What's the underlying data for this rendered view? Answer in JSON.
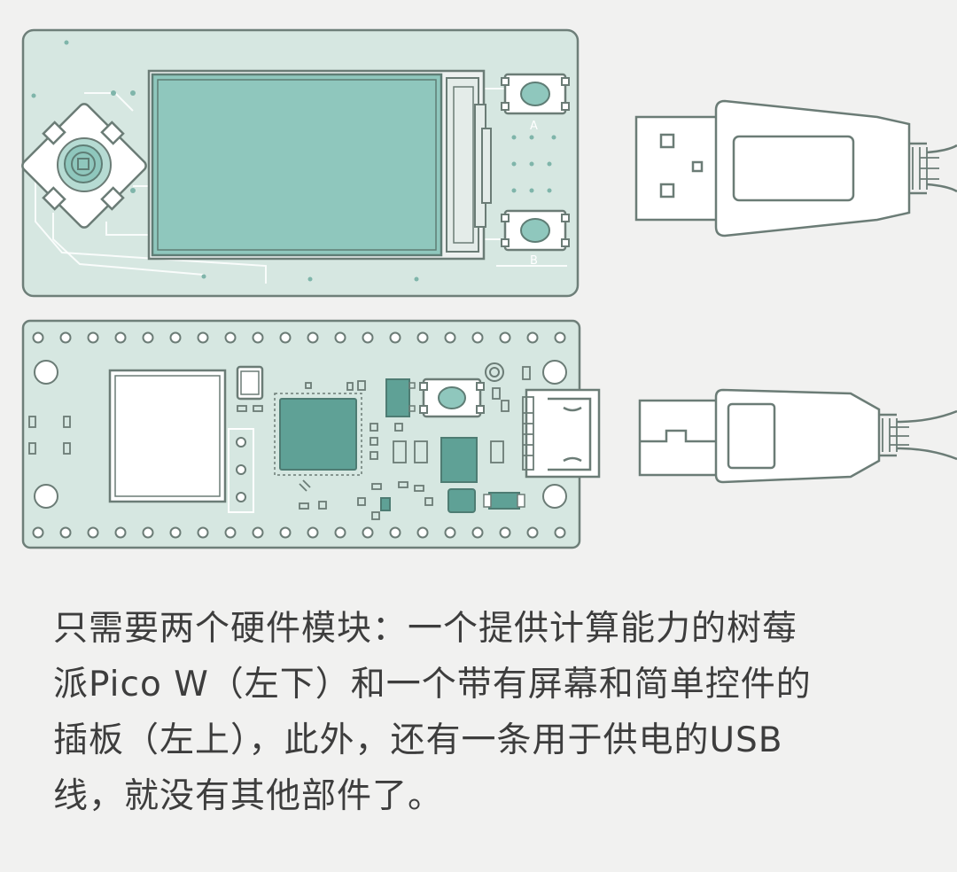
{
  "caption": {
    "lines": [
      "只需要两个硬件模块：一个提供计算能力的树莓",
      "派Pico W（左下）和一个带有屏幕和简单控件的",
      "插板（左上），此外，还有一条用于供电的USB",
      "线，就没有其他部件了。"
    ]
  },
  "display_board": {
    "button_a_label": "A",
    "button_b_label": "B"
  },
  "colors": {
    "background": "#f1f1f0",
    "board": "#d6e7e1",
    "screen": "#8fc7bd",
    "chip": "#5fa196",
    "outline": "#6b7c76",
    "text": "#3d3d3d"
  }
}
